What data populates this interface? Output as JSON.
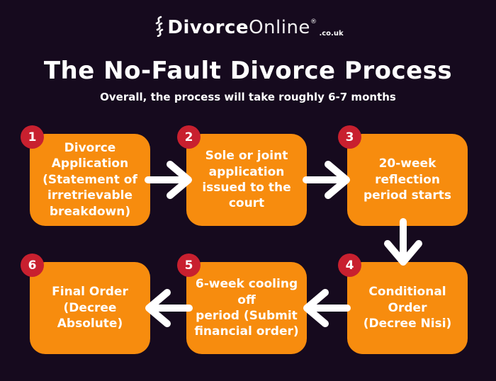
{
  "colors": {
    "background": "#160a1e",
    "box_orange": "#f78c0e",
    "badge_red": "#c8202f",
    "text_white": "#ffffff"
  },
  "header": {
    "logo": {
      "mark_icon": "swan-swoosh-mark",
      "brand_bold": "Divorce",
      "brand_light": "Online",
      "registered": "®",
      "tld": ".co.uk"
    },
    "title": "The No-Fault Divorce Process",
    "subtitle": "Overall, the process will take roughly 6-7 months"
  },
  "steps": [
    {
      "number": "1",
      "label": "Divorce\nApplication\n(Statement of\nirretrievable\nbreakdown)"
    },
    {
      "number": "2",
      "label": "Sole or joint\napplication\nissued to the\ncourt"
    },
    {
      "number": "3",
      "label": "20-week\nreflection\nperiod starts"
    },
    {
      "number": "4",
      "label": "Conditional\nOrder\n(Decree Nisi)"
    },
    {
      "number": "5",
      "label": "6-week cooling off\nperiod (Submit\nfinancial order)"
    },
    {
      "number": "6",
      "label": "Final Order\n(Decree Absolute)"
    }
  ],
  "flow": {
    "connections": [
      "step1-to-step2-right",
      "step2-to-step3-right",
      "step3-to-step4-down",
      "step4-to-step5-left",
      "step5-to-step6-left"
    ]
  }
}
